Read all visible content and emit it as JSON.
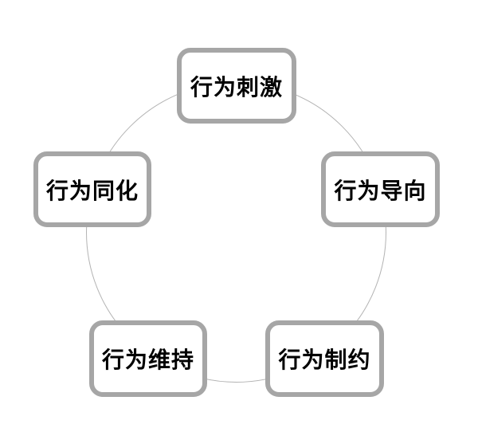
{
  "diagram": {
    "type": "cycle",
    "colors": {
      "box_border": "#a6a6a6",
      "box_fill": "#ffffff",
      "circle_stroke": "#b3b3b3",
      "text": "#000000",
      "background": "#ffffff"
    },
    "nodes": [
      {
        "id": "behavior-stimulation",
        "label": "行为刺激",
        "position": "top"
      },
      {
        "id": "behavior-orientation",
        "label": "行为导向",
        "position": "right"
      },
      {
        "id": "behavior-constraint",
        "label": "行为制约",
        "position": "bottom-right"
      },
      {
        "id": "behavior-maintenance",
        "label": "行为维持",
        "position": "bottom-left"
      },
      {
        "id": "behavior-assimilation",
        "label": "行为同化",
        "position": "left"
      }
    ]
  }
}
